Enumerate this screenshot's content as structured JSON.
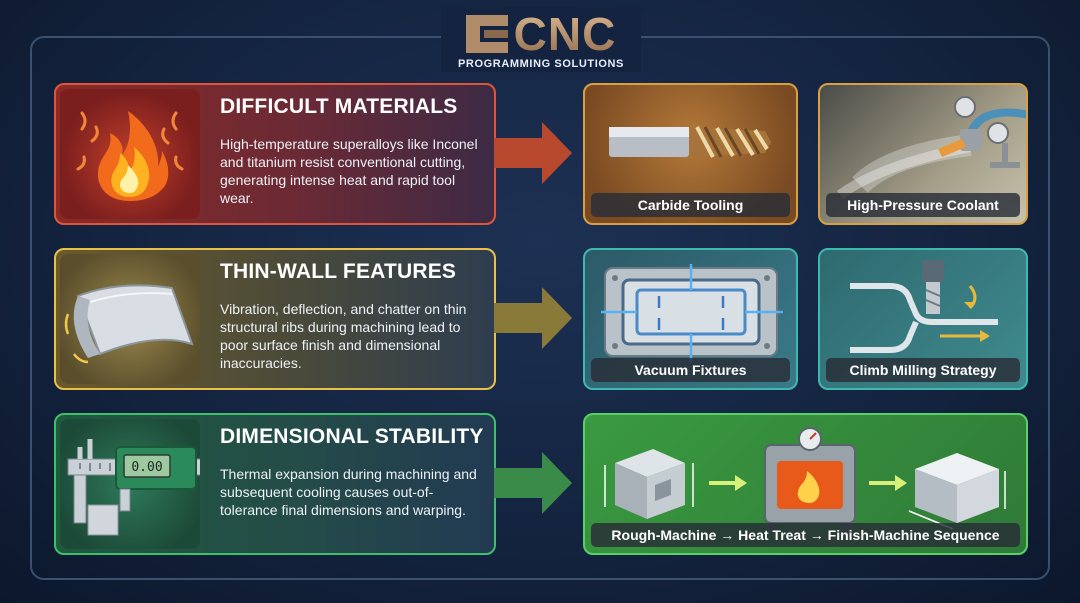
{
  "logo": {
    "name": "CNC",
    "subtitle": "PROGRAMMING SOLUTIONS"
  },
  "rows": [
    {
      "title": "DIFFICULT MATERIALS",
      "description": "High-temperature superalloys like Inconel and titanium resist conventional cutting, generating intense heat and rapid tool wear.",
      "icon": "flame-icon",
      "accent": "#e0553a",
      "solutions": [
        "Carbide Tooling",
        "High-Pressure Coolant"
      ]
    },
    {
      "title": "THIN-WALL FEATURES",
      "description": "Vibration, deflection, and chatter on thin structural ribs during machining lead to poor surface finish and dimensional inaccuracies.",
      "icon": "thin-wall-sheet-icon",
      "accent": "#e8c04a",
      "solutions": [
        "Vacuum Fixtures",
        "Climb Milling Strategy"
      ]
    },
    {
      "title": "DIMENSIONAL STABILITY",
      "description": "Thermal expansion during machining and subsequent cooling causes out-of-tolerance final dimensions and warping.",
      "icon": "caliper-icon",
      "accent": "#3fbf6a",
      "caliper_reading": "0.00",
      "solutions": [
        "Rough-Machine → Heat Treat → Finish-Machine Sequence"
      ]
    }
  ]
}
